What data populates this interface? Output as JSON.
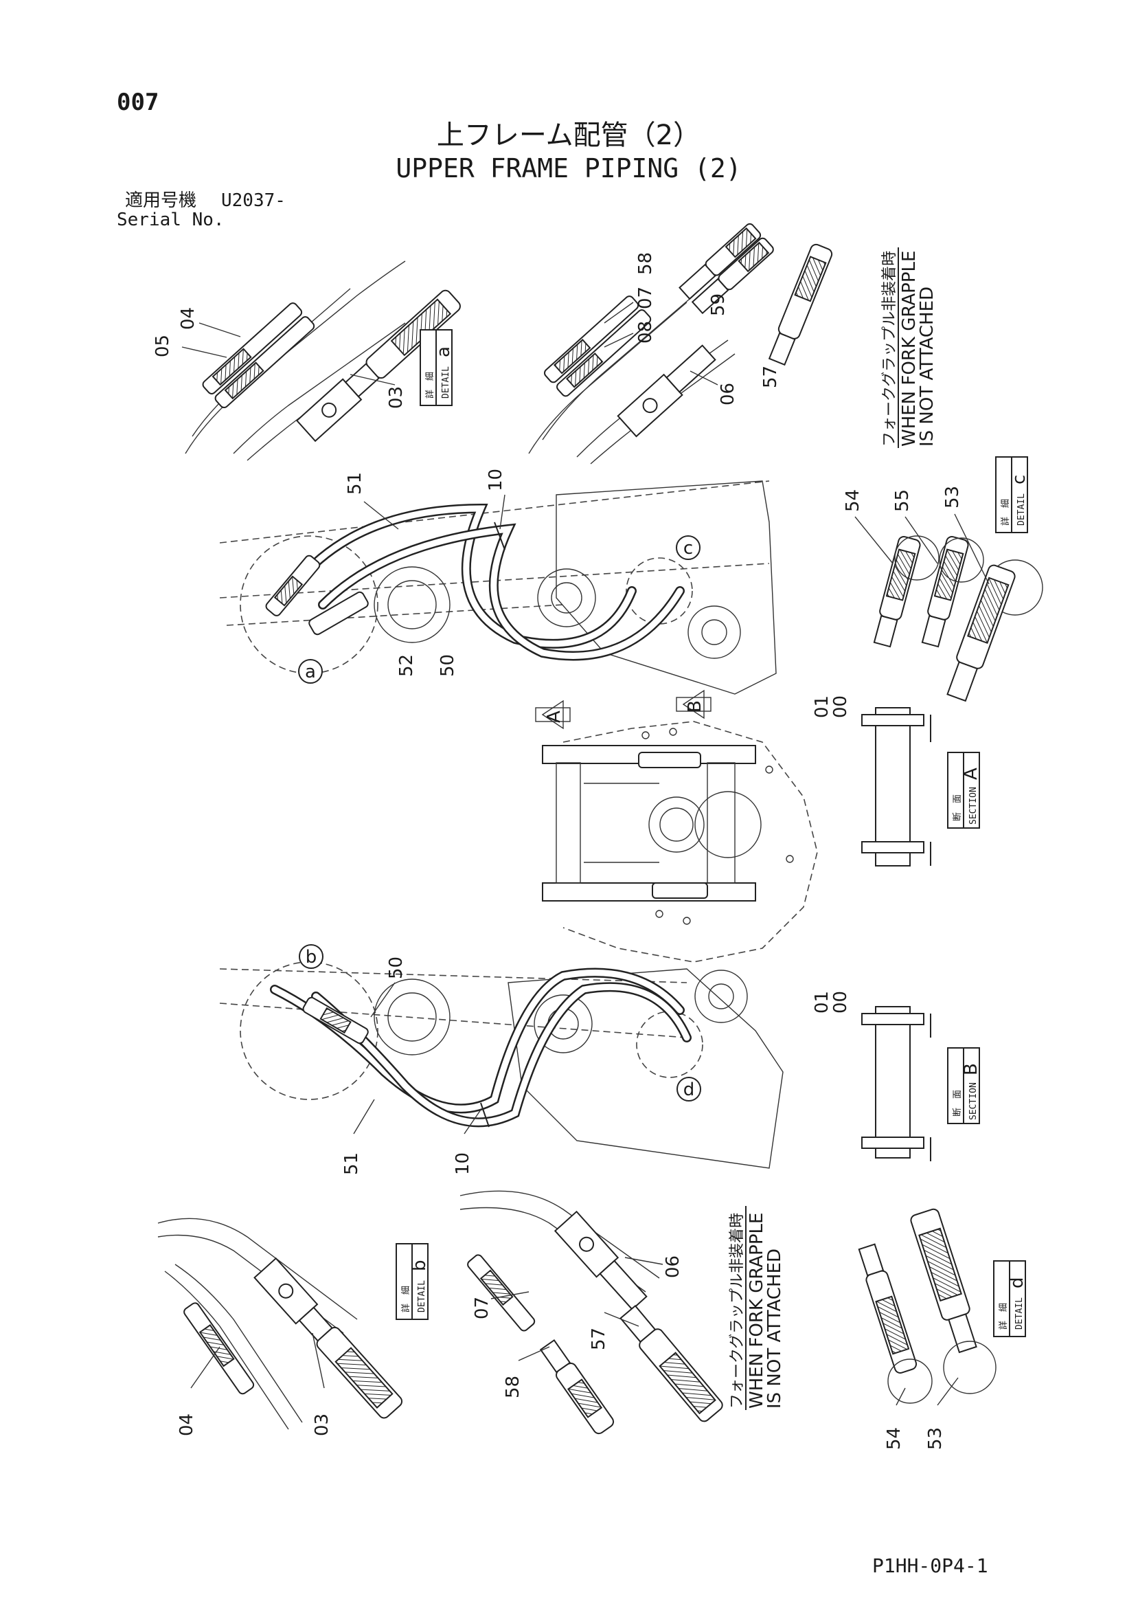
{
  "header": {
    "page_number": "007",
    "title_jp": "上フレーム配管（2）",
    "title_en": "UPPER FRAME PIPING (2)",
    "serial_label_jp": "適用号機",
    "serial_value": "U2037-",
    "serial_label_en": "Serial No."
  },
  "notes": {
    "fork_jp": "フォークグラップル非装着時",
    "fork_en_1": "WHEN FORK GRAPPLE",
    "fork_en_2": "IS NOT ATTACHED"
  },
  "details": {
    "a": {
      "jp": "詳　細",
      "en": "DETAIL",
      "letter": "a"
    },
    "b": {
      "jp": "詳　細",
      "en": "DETAIL",
      "letter": "b"
    },
    "c": {
      "jp": "詳　細",
      "en": "DETAIL",
      "letter": "c"
    },
    "d": {
      "jp": "詳　細",
      "en": "DETAIL",
      "letter": "d"
    }
  },
  "sections": {
    "A": {
      "jp": "断　面",
      "en": "SECTION",
      "letter": "A"
    },
    "B": {
      "jp": "断　面",
      "en": "SECTION",
      "letter": "B"
    }
  },
  "view_arrows": {
    "A": "A",
    "B": "B"
  },
  "callouts": {
    "p00": "00",
    "p01": "01",
    "p03": "03",
    "p04": "04",
    "p05": "05",
    "p06": "06",
    "p07": "07",
    "p08": "08",
    "p10": "10",
    "p50": "50",
    "p51": "51",
    "p52": "52",
    "p53": "53",
    "p54": "54",
    "p55": "55",
    "p57": "57",
    "p58": "58",
    "p59": "59"
  },
  "circle_labels": {
    "a": "a",
    "b": "b",
    "c": "c",
    "d": "d"
  },
  "footer": {
    "drawing_code": "P1HH-0P4-1"
  }
}
